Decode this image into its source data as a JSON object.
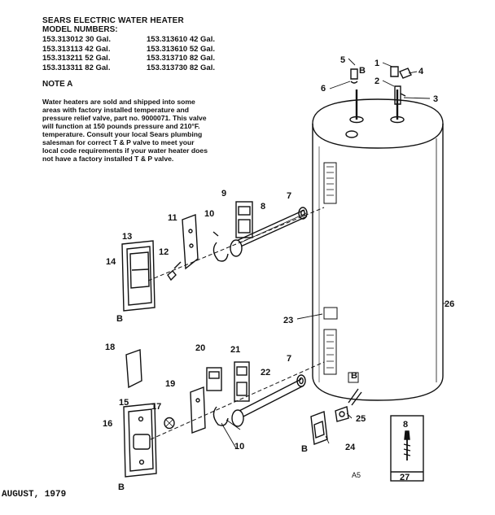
{
  "header": {
    "title": "SEARS ELECTRIC WATER HEATER",
    "subtitle": "MODEL NUMBERS:",
    "models_left": [
      "153.313012 30 Gal.",
      "153.313113 42 Gal.",
      "153.313211 52 Gal.",
      "153.313311 82 Gal."
    ],
    "models_right": [
      "153.313610 42 Gal.",
      "153.313610 52 Gal.",
      "153.313710 82 Gal.",
      "153.313730 82 Gal."
    ]
  },
  "note": {
    "heading": "NOTE A",
    "lines": [
      "Water heaters are sold and shipped into some",
      "areas with factory installed temperature and",
      "pressure relief valve, part no. 9000071. This valve",
      "will function at 150 pounds pressure and 210°F.",
      "temperature. Consult your local Sears plumbing",
      "salesman for correct T & P valve to meet your",
      "local code requirements if your water heater does",
      "not have a factory installed T & P valve."
    ]
  },
  "callouts": {
    "p1": "1",
    "p2": "2",
    "p3": "3",
    "p4": "4",
    "p5": "5",
    "p6": "6",
    "p7a": "7",
    "p7b": "7",
    "p8": "8",
    "p9": "9",
    "p10a": "10",
    "p10b": "10",
    "p11": "11",
    "p12": "12",
    "p13": "13",
    "p14": "14",
    "p15": "15",
    "p16": "16",
    "p17": "17",
    "p18": "18",
    "p19": "19",
    "p20": "20",
    "p21": "21",
    "p22": "22",
    "p23": "23",
    "p24": "24",
    "p25": "25",
    "p26": "26",
    "b1": "B",
    "b2": "B",
    "b3": "B",
    "b4": "B",
    "b5": "B"
  },
  "inset": {
    "top_label": "8",
    "bottom_label": "27"
  },
  "footer": {
    "date": "AUGUST, 1979",
    "page_code": "A5"
  }
}
